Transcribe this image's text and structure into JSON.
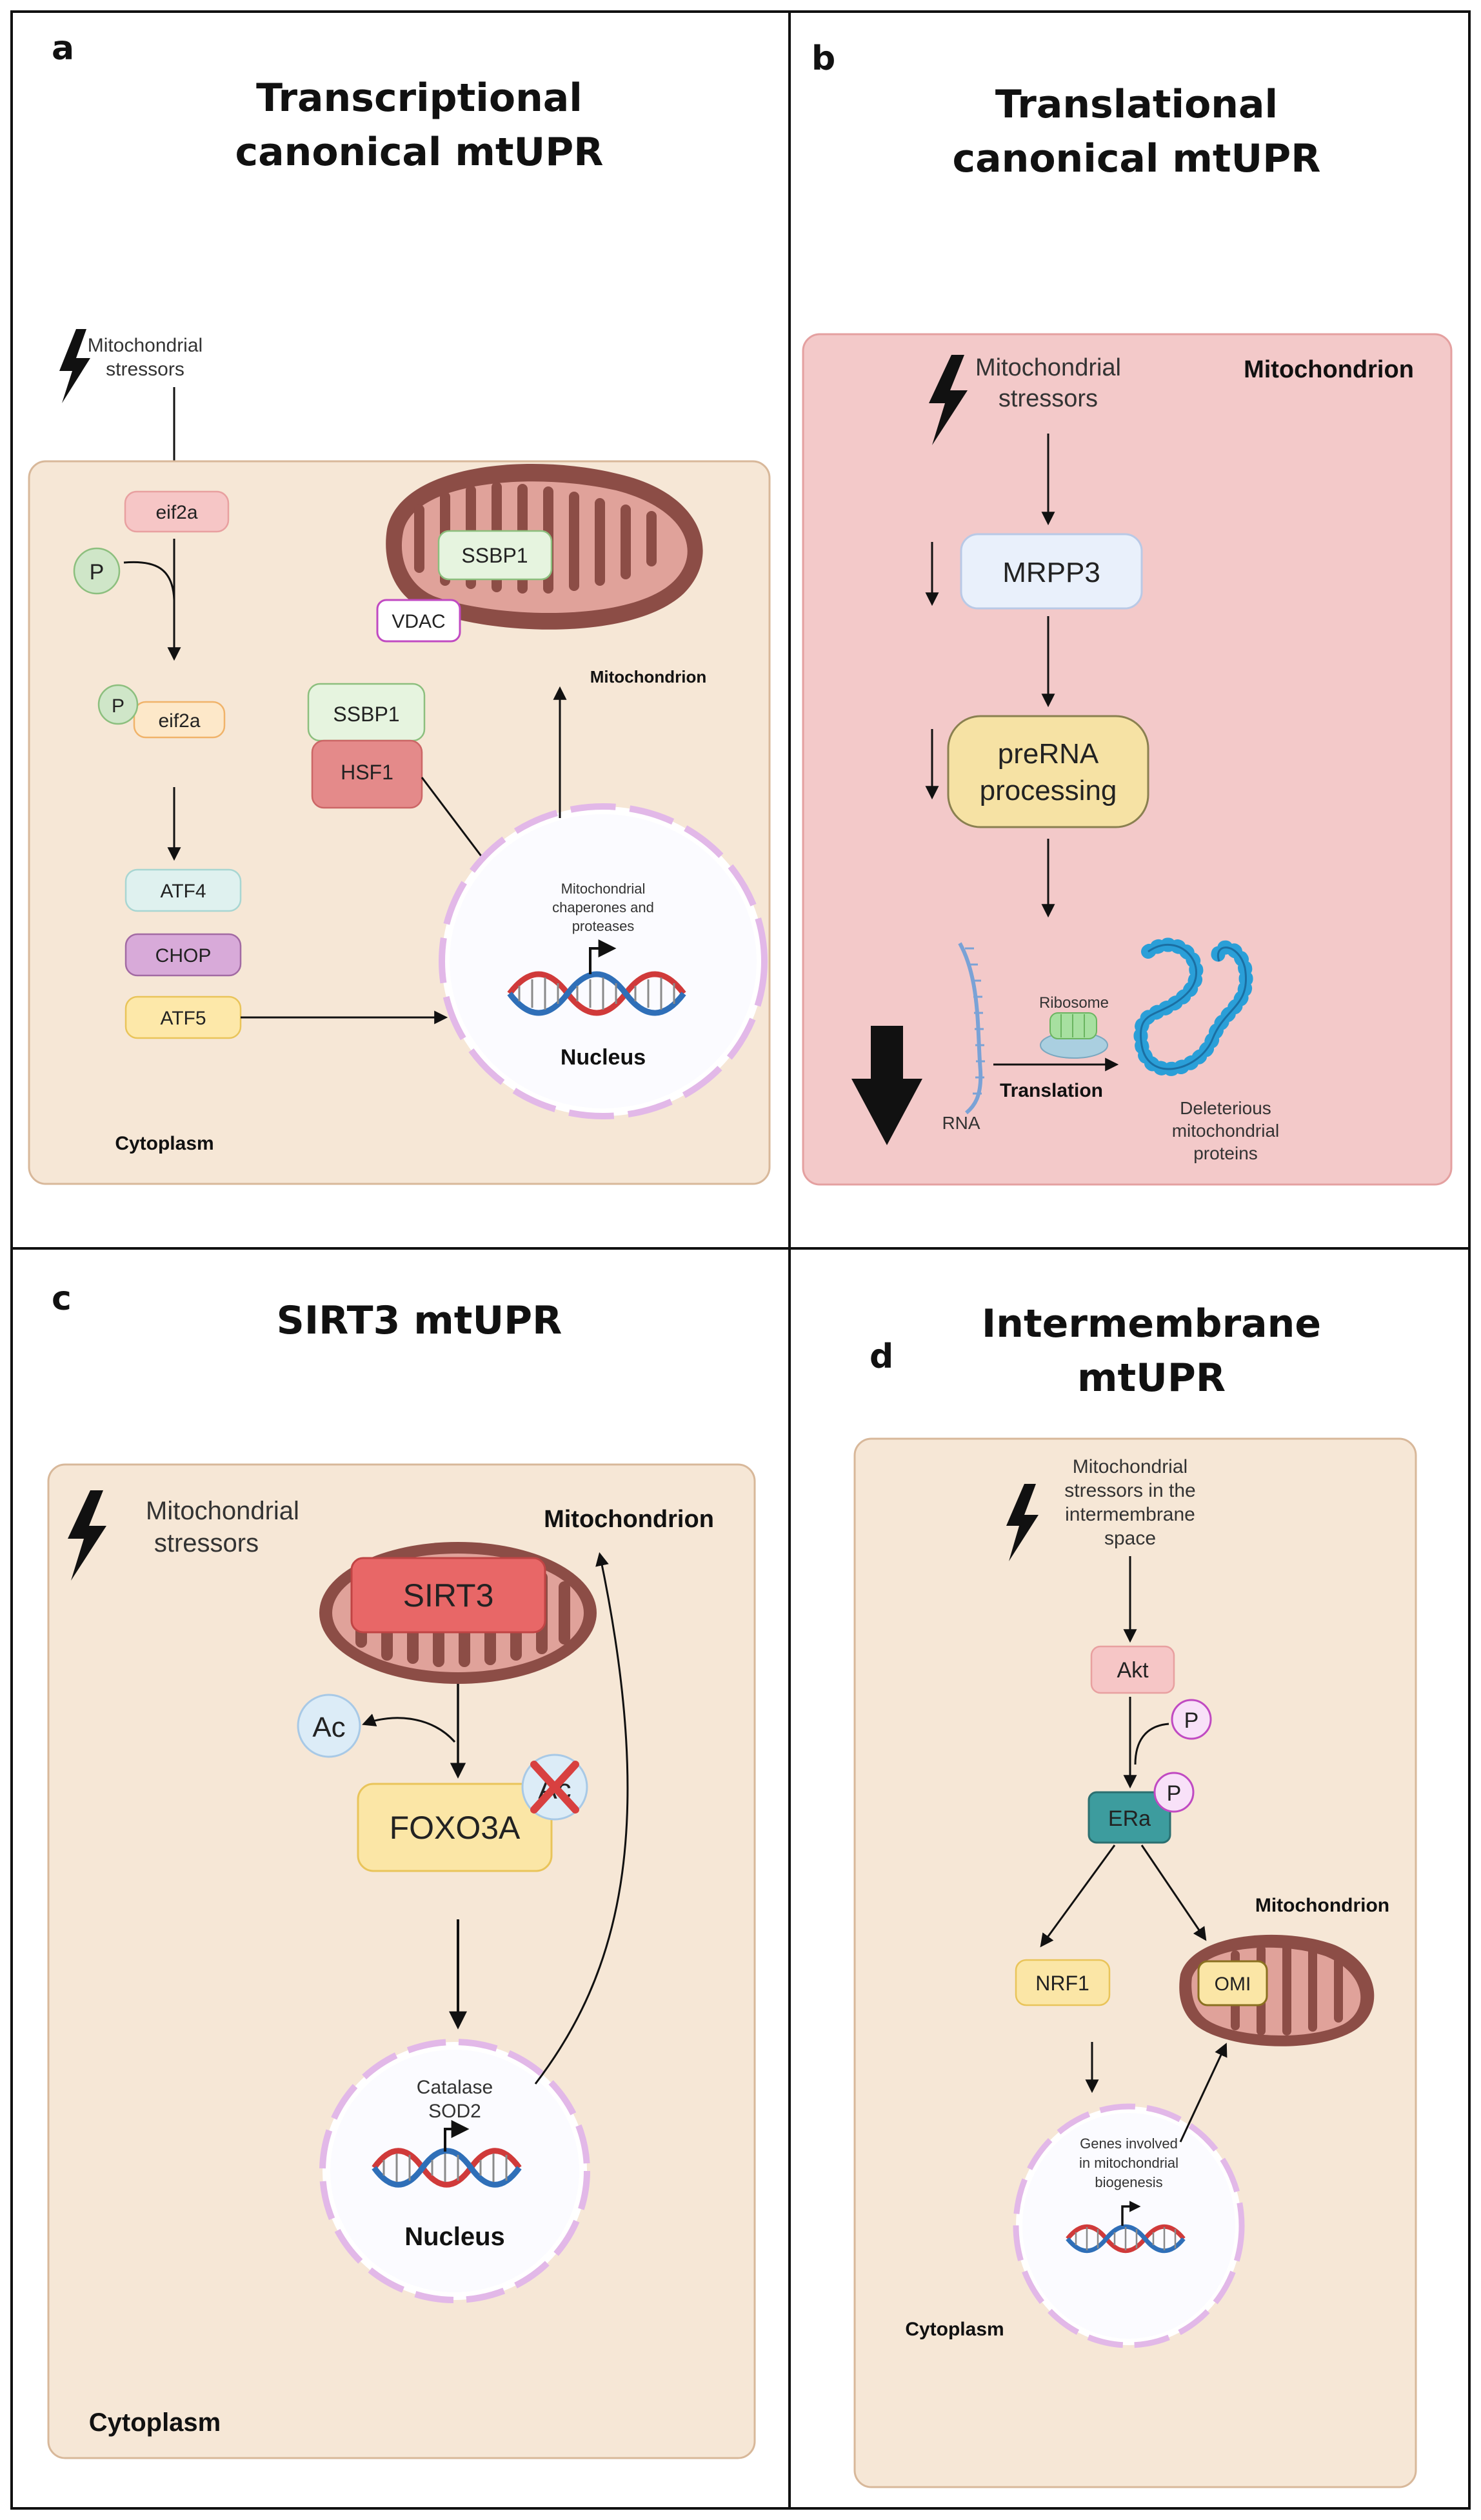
{
  "panels": {
    "a": {
      "letter": "a",
      "title_line1": "Transcriptional",
      "title_line2": "canonical mtUPR",
      "stressors_line1": "Mitochondrial",
      "stressors_line2": "stressors",
      "eif2a": "eif2a",
      "p": "P",
      "p_eif2a": "eif2a",
      "atf4": "ATF4",
      "chop": "CHOP",
      "atf5": "ATF5",
      "ssbp1_mito": "SSBP1",
      "vdac": "VDAC",
      "ssbp1": "SSBP1",
      "hsf1": "HSF1",
      "mitochondrion": "Mitochondrion",
      "chaperones_line1": "Mitochondrial",
      "chaperones_line2": "chaperones and",
      "chaperones_line3": "proteases",
      "nucleus": "Nucleus",
      "cytoplasm": "Cytoplasm"
    },
    "b": {
      "letter": "b",
      "title_line1": "Translational",
      "title_line2": "canonical mtUPR",
      "stressors_line1": "Mitochondrial",
      "stressors_line2": "stressors",
      "mitochondrion": "Mitochondrion",
      "mrpp3": "MRPP3",
      "prerna_line1": "preRNA",
      "prerna_line2": "processing",
      "ribosome": "Ribosome",
      "translation": "Translation",
      "rna": "RNA",
      "deleterious_line1": "Deleterious",
      "deleterious_line2": "mitochondrial",
      "deleterious_line3": "proteins"
    },
    "c": {
      "letter": "c",
      "title": "SIRT3 mtUPR",
      "stressors_line1": "Mitochondrial",
      "stressors_line2": "stressors",
      "mitochondrion": "Mitochondrion",
      "sirt3": "SIRT3",
      "ac": "Ac",
      "ac_removed": "Ac",
      "foxo3a": "FOXO3A",
      "catalase": "Catalase",
      "sod2": "SOD2",
      "nucleus": "Nucleus",
      "cytoplasm": "Cytoplasm"
    },
    "d": {
      "letter": "d",
      "title_line1": "Intermembrane",
      "title_line2": "mtUPR",
      "stressors_line1": "Mitochondrial",
      "stressors_line2": "stressors in the",
      "stressors_line3": "intermembrane",
      "stressors_line4": "space",
      "akt": "Akt",
      "p1": "P",
      "era": "ERa",
      "p2": "P",
      "mitochondrion": "Mitochondrion",
      "nrf1": "NRF1",
      "omi": "OMI",
      "genes_line1": "Genes involved",
      "genes_line2": "in mitochondrial",
      "genes_line3": "biogenesis",
      "cytoplasm": "Cytoplasm"
    }
  },
  "colors": {
    "cytoplasm_fill": "#f6e7d6",
    "cytoplasm_border": "#d8b89a",
    "mito_panel_fill": "#f3c9c9",
    "mito_panel_border": "#e4a0a0",
    "mito_outer": "#8c4d46",
    "mito_inner": "#e0a29a",
    "nucleus_border": "#e2b8e8",
    "dna_red": "#d03a3a",
    "dna_blue": "#2f6fb8",
    "protein_blue": "#2a9fd8"
  },
  "icons": [
    "lightning-icon",
    "dna-icon",
    "mitochondrion-icon",
    "nucleus-icon",
    "ribosome-icon",
    "protein-chain-icon",
    "rna-strand-icon",
    "arrow-icon"
  ]
}
